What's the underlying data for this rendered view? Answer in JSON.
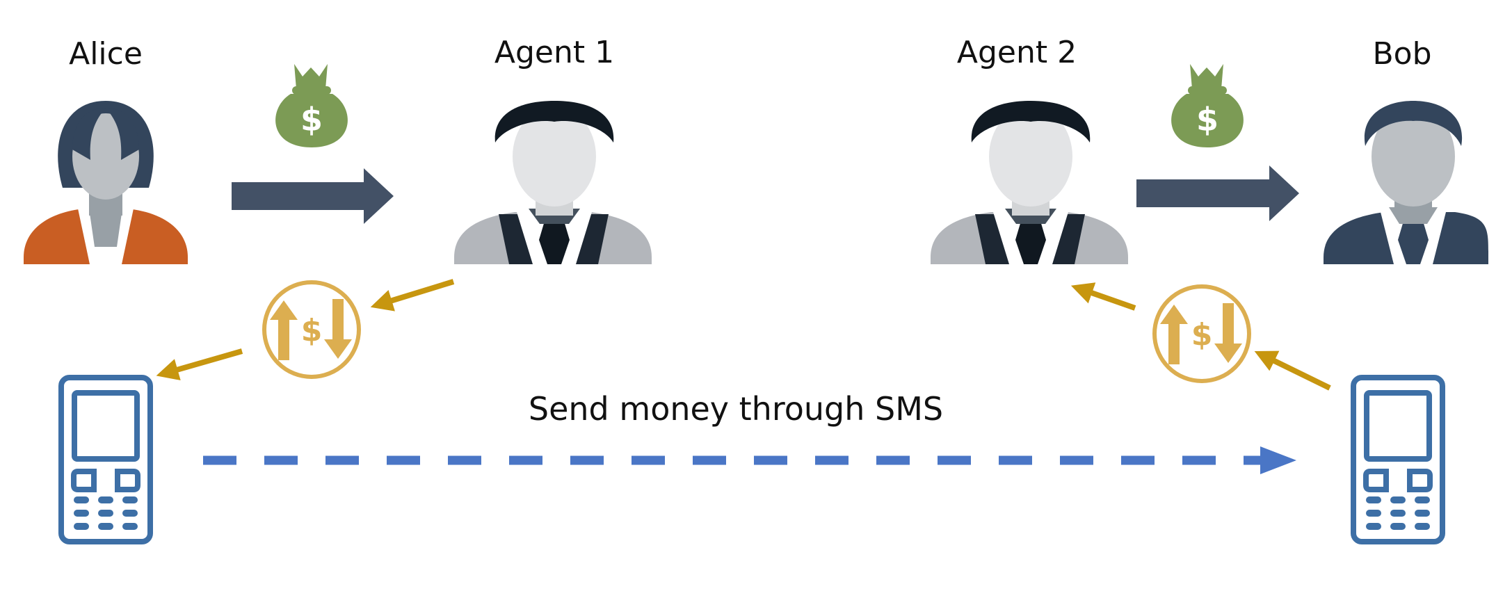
{
  "people": {
    "alice": "Alice",
    "agent1": "Agent 1",
    "agent2": "Agent 2",
    "bob": "Bob"
  },
  "caption": "Send money through SMS",
  "icons": {
    "money_bag": "money-bag-icon",
    "exchange": "currency-exchange-icon",
    "phone": "mobile-phone-icon",
    "person": "person-icon"
  },
  "colors": {
    "alice_shirt": "#c95e23",
    "person_gray": "#bcc0c4",
    "bob_suit": "#33455c",
    "hair_dark": "#33455c",
    "agent_suit": "#b3b6bb",
    "transfer_arrow": "#435166",
    "money_bag": "#7c9b55",
    "exchange_gold": "#dcae50",
    "gold_arrow": "#c7960f",
    "phone_blue": "#3d6fa6",
    "sms_arrow": "#4a76c6"
  }
}
